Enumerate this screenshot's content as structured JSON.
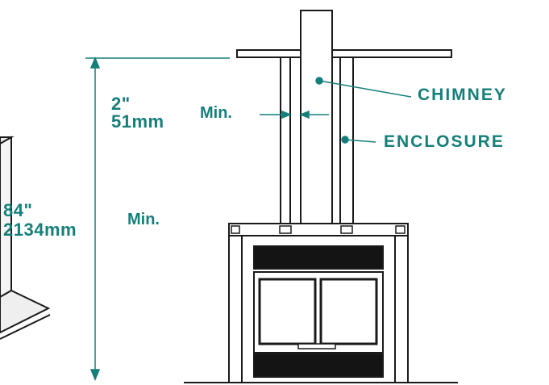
{
  "colors": {
    "annotation": "#157f7a",
    "line": "#1a1a1a",
    "firebox_dark": "#141414",
    "background": "#ffffff"
  },
  "labels": {
    "clearance_in": "2\"",
    "clearance_mm": "51mm",
    "clearance_min": "Min.",
    "height_in": "84\"",
    "height_mm": "2134mm",
    "height_min": "Min.",
    "chimney": "CHIMNEY",
    "enclosure": "ENCLOSURE"
  }
}
